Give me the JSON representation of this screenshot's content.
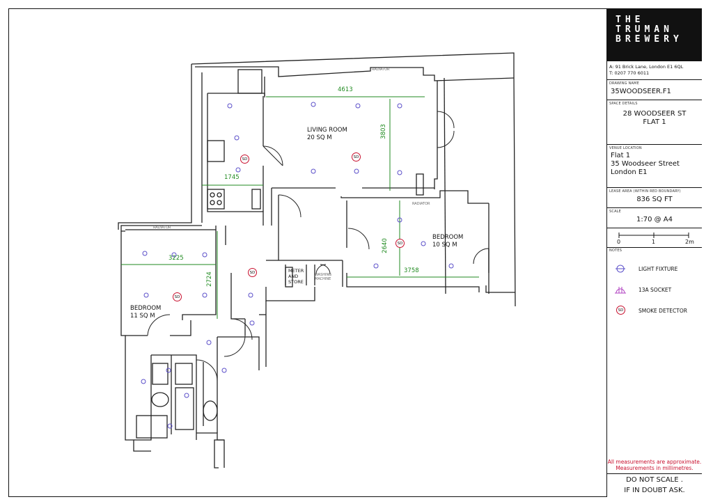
{
  "brand": {
    "line1": "THE",
    "line2": "TRUMAN",
    "line3": "BREWERY"
  },
  "contact": {
    "address": "A:  91 Brick Lane, London E1 6QL",
    "phone": "T:   0207 770 6011"
  },
  "drawing_name": {
    "label": "DRAWING NAME",
    "value": "35WOODSEER.F1"
  },
  "space_details": {
    "label": "SPACE DETAILS",
    "line1": "28 WOODSEER ST",
    "line2": "FLAT 1"
  },
  "venue_location": {
    "label": "VENUE LOCATION",
    "line1": "Flat 1",
    "line2": "35 Woodseer Street",
    "line3": "London E1"
  },
  "lease_area": {
    "label": "LEASE AREA (WITHIN RED BOUNDARY)",
    "value": "836 SQ FT"
  },
  "scale": {
    "label": "SCALE",
    "value": "1:70 @ A4",
    "tick0": "0",
    "tick1": "1",
    "tick2": "2m"
  },
  "notes": {
    "label": "NOTES",
    "light": "LIGHT FIXTURE",
    "socket": "13A SOCKET",
    "smoke": "SMOKE DETECTOR"
  },
  "warning": {
    "line1": "All measurements are approximate.",
    "line2": "Measurements in millimetres."
  },
  "disclaimer": {
    "line1": "DO NOT SCALE .",
    "line2": "IF IN DOUBT ASK."
  },
  "rooms": {
    "living": {
      "name": "LIVING ROOM",
      "area": "20 SQ M"
    },
    "bed2": {
      "name": "BEDROOM",
      "area": "10 SQ M"
    },
    "bed1": {
      "name": "BEDROOM",
      "area": "11 SQ M"
    },
    "store": {
      "line1": "METER",
      "line2": "AND",
      "line3": "STORE"
    },
    "washing": {
      "line1": "WASHING",
      "line2": "MACHINE"
    }
  },
  "dimensions": {
    "living_w": "4613",
    "living_h": "3803",
    "kitchen_w": "1745",
    "bed2_h": "2640",
    "bed2_w": "3758",
    "bed1_w": "3225",
    "bed1_h": "2724"
  },
  "fixtures": {
    "radiator": "RADIATOR",
    "sd": "SD"
  },
  "colors": {
    "dimension": "#1f8a1f",
    "smoke": "#c8102e",
    "light": "#5a4ec9",
    "socket": "#b040c0",
    "warning": "#c8102e"
  }
}
